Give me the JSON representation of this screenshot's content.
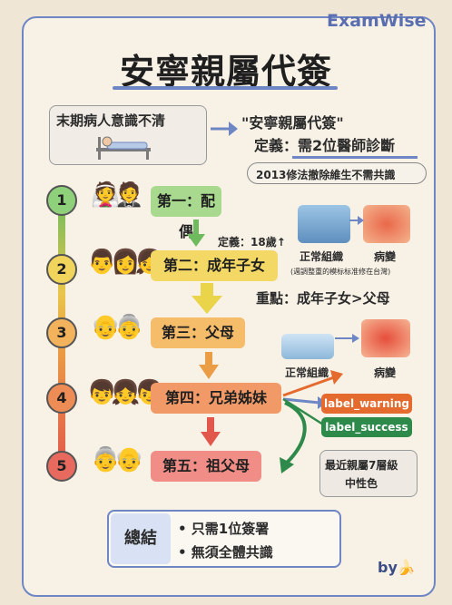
{
  "brand": "ExamWise",
  "title": "安寧親屬代簽",
  "condition": "末期病人意識不清",
  "definition_title": "\"安寧親屬代簽\"",
  "definition_line": "定義：需2位醫師診斷",
  "law_note": "2013修法撤除維生不需共識",
  "age_note": "定義：18歲↑",
  "key_point": "重點：成年子女>父母",
  "steps": [
    {
      "num": "1",
      "label": "第一：配偶"
    },
    {
      "num": "2",
      "label": "第二：成年子女"
    },
    {
      "num": "3",
      "label": "第三：父母"
    },
    {
      "num": "4",
      "label": "第四：兄弟姊妹"
    },
    {
      "num": "5",
      "label": "第五：祖父母"
    }
  ],
  "figure_top": {
    "normal": "正常組織",
    "lesion": "病變",
    "caption": "(週調整重的模标标准修在台灣)"
  },
  "figure_mid": {
    "normal": "正常組織",
    "lesion": "病變"
  },
  "tags": {
    "warning": "label_warning",
    "success": "label_success"
  },
  "note_box": [
    "最近親屬7層級",
    "中性色"
  ],
  "summary": {
    "title": "總結",
    "items": [
      "• 只需1位簽署",
      "• 無須全體共識"
    ]
  },
  "footer": "by🍌",
  "colors": {
    "accent": "#6f86c4",
    "green": "#6dbb5d",
    "yellow": "#e9c64a",
    "orange": "#ea9d44",
    "red": "#e2574c",
    "warning": "#e56a2e",
    "success": "#2e8a4a"
  }
}
